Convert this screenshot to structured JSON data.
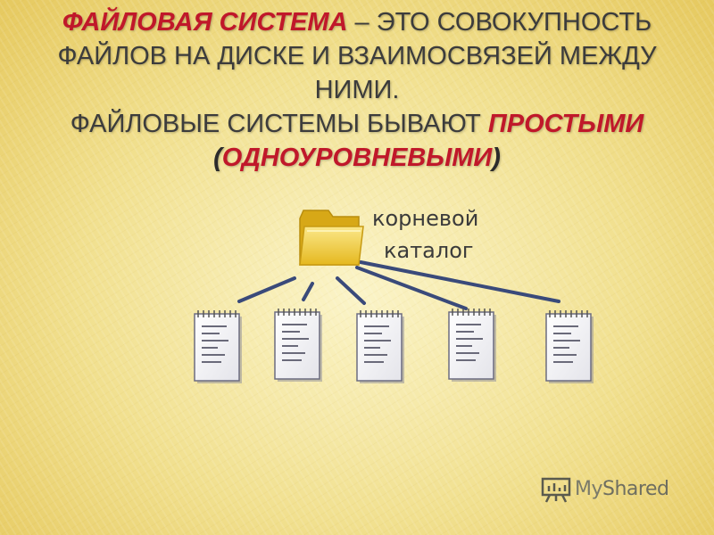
{
  "line1": {
    "term": "ФАЙЛОВАЯ СИСТЕМА",
    "rest": " – ЭТО СОВОКУПНОСТЬ"
  },
  "line2": "ФАЙЛОВ НА ДИСКЕ И ВЗАИМОСВЯЗЕЙ МЕЖДУ",
  "line3": "НИМИ.",
  "line4": {
    "prefix": "ФАЙЛОВЫЕ СИСТЕМЫ БЫВАЮТ ",
    "highlight": "ПРОСТЫМИ"
  },
  "line5": {
    "open": "(",
    "highlight": "ОДНОУРОВНЕВЫМИ",
    "close": ")"
  },
  "diagram": {
    "root_label_line1": "корневой",
    "root_label_line2": "каталог",
    "file_count": 5
  },
  "watermark": {
    "text_a": "My",
    "text_b": "Shared"
  },
  "colors": {
    "accent": "#c0182a",
    "text": "#3c3c3c",
    "folder": "#f3cf3a",
    "connector": "#3a4a7a"
  }
}
